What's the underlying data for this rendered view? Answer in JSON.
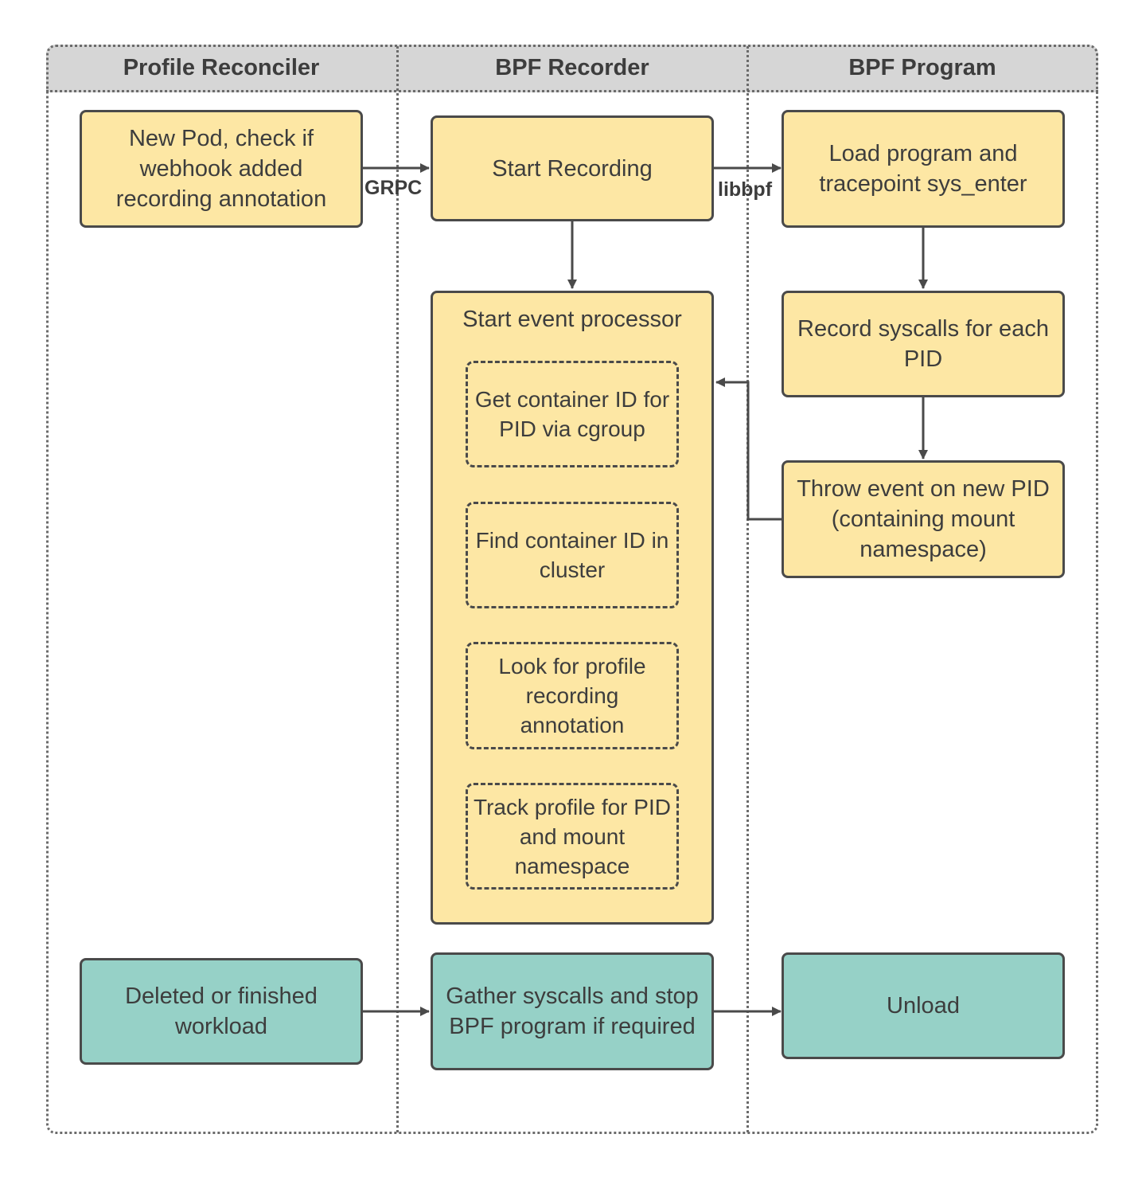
{
  "lanes": [
    "Profile Reconciler",
    "BPF Recorder",
    "BPF Program"
  ],
  "nodes": {
    "new_pod": "New Pod, check if webhook added recording annotation",
    "start_recording": "Start Recording",
    "load_program": "Load program and tracepoint sys_enter",
    "record_syscalls": "Record syscalls for each PID",
    "throw_event": "Throw event on new PID (containing mount namespace)",
    "event_processor": "Start event processor",
    "get_container_id": "Get container ID for PID via cgroup",
    "find_container_id": "Find container ID in cluster",
    "look_for_profile": "Look for profile recording annotation",
    "track_profile": "Track profile for PID and mount namespace",
    "deleted_workload": "Deleted or finished workload",
    "gather_syscalls": "Gather syscalls and stop BPF program if required",
    "unload": "Unload"
  },
  "edge_labels": {
    "grpc": "GRPC",
    "libbpf": "libbpf"
  },
  "colors": {
    "yellow": "#fde7a4",
    "teal": "#96d1c7",
    "header": "#d6d6d6",
    "stroke": "#4a4a4a"
  }
}
